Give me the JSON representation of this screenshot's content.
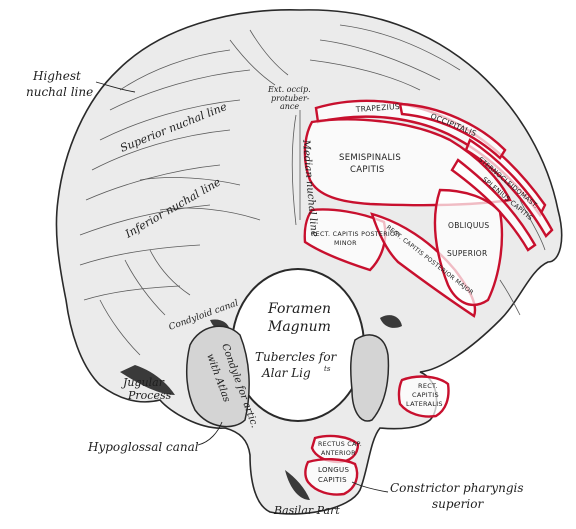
{
  "labels": {
    "highest_nuchal_line": [
      "Highest",
      "nuchal line"
    ],
    "ext_occipital_protuberance": [
      "Ext. occip.",
      "protuber-",
      "ance"
    ],
    "superior_nuchal_line": "Superior nuchal line",
    "inferior_nuchal_line": "Inferior nuchal line",
    "median_nuchal_line": "Median nuchal line",
    "condyloid_canal": "Condyloid canal",
    "foramen_magnum": [
      "Foramen",
      "Magnum"
    ],
    "tubercles_for_alar_lig": [
      "Tubercles for",
      "Alar Lig"
    ],
    "tubercles_superscript": "ts",
    "jugular_process": [
      "Jugular",
      "Process"
    ],
    "condyle_for_artic": [
      "Condyle for artic.",
      "with Atlas"
    ],
    "hypoglossal_canal": "Hypoglossal canal",
    "basilar_part": "Basilar Part",
    "constrictor_pharyngis": [
      "Constrictor pharyngis",
      "superior"
    ]
  },
  "muscles": {
    "trapezius": "TRAPEZIUS",
    "occipitalis": "OCCIPITALIS",
    "semispinalis_capitis": [
      "SEMISPINALIS",
      "CAPITIS"
    ],
    "sternocleidomast": "STERNOCLEIDOMAST.",
    "splenius_capitis": "SPLENIUS CAPITIS",
    "rect_cap_post_minor": [
      "RECT. CAPITIS POSTERIOR",
      "MINOR"
    ],
    "rect_cap_post_major": "RECT. CAPITIS POSTERIOR MAJOR",
    "obliquus_superior": [
      "OBLIQUUS",
      "SUPERIOR"
    ],
    "rect_capitis_lateralis": [
      "RECT.",
      "CAPITIS",
      "LATERALIS"
    ],
    "rectus_cap_anterior": [
      "RECTUS CAP.",
      "ANTERIOR"
    ],
    "longus_capitis": [
      "LONGUS",
      "CAPITIS"
    ]
  },
  "colors": {
    "muscle_outline": "#c8102e",
    "bone_fill": "#ebebeb",
    "ink": "#1e1e1e"
  }
}
